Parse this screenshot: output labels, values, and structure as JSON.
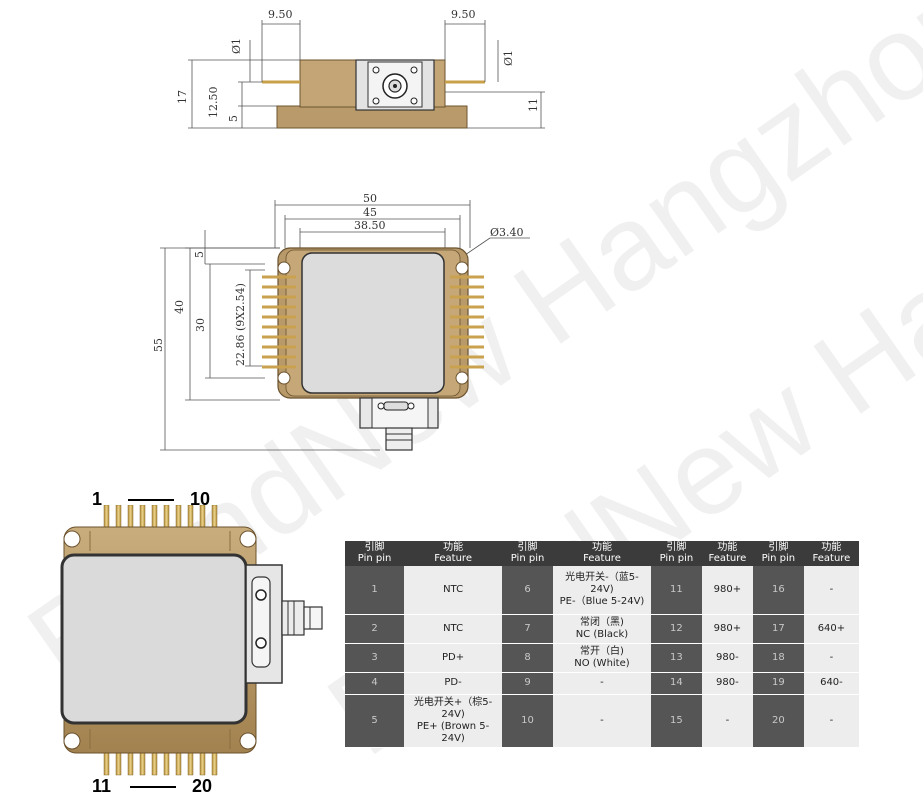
{
  "watermark": "BrandNew Hangzhou",
  "top_view": {
    "dims": {
      "left_width": "9.50",
      "right_width": "9.50",
      "pin_dia_left": "Ø1",
      "pin_dia_right": "Ø1",
      "height_total": "17",
      "height_pin": "12.50",
      "height_base": "5",
      "height_right": "11"
    }
  },
  "front_view": {
    "dims": {
      "width_outer": "50",
      "width_mid": "45",
      "width_inner": "38.50",
      "hole_dia": "Ø3.40",
      "height_total": "55",
      "height_body": "40",
      "height_pins": "30",
      "pin_span": "22.86 (9X2.54)",
      "top_offset": "5"
    }
  },
  "pin_markers": {
    "top_left": "1",
    "top_right": "10",
    "bottom_left": "11",
    "bottom_right": "20"
  },
  "pin_table": {
    "headers": [
      [
        "引脚",
        "Pin pin"
      ],
      [
        "功能",
        "Feature"
      ],
      [
        "引脚",
        "Pin pin"
      ],
      [
        "功能",
        "Feature"
      ],
      [
        "引脚",
        "Pin pin"
      ],
      [
        "功能",
        "Feature"
      ],
      [
        "引脚",
        "Pin pin"
      ],
      [
        "功能",
        "Feature"
      ]
    ],
    "rows": [
      [
        [
          "1"
        ],
        [
          "NTC"
        ],
        [
          "6"
        ],
        [
          "光电开关-（蓝5-24V)",
          "PE-（Blue 5-24V)"
        ],
        [
          "11"
        ],
        [
          "980+"
        ],
        [
          "16"
        ],
        [
          "-"
        ]
      ],
      [
        [
          "2"
        ],
        [
          "NTC"
        ],
        [
          "7"
        ],
        [
          "常闭（黑)",
          "NC (Black)"
        ],
        [
          "12"
        ],
        [
          "980+"
        ],
        [
          "17"
        ],
        [
          "640+"
        ]
      ],
      [
        [
          "3"
        ],
        [
          "PD+"
        ],
        [
          "8"
        ],
        [
          "常开（白)",
          "NO (White)"
        ],
        [
          "13"
        ],
        [
          "980-"
        ],
        [
          "18"
        ],
        [
          "-"
        ]
      ],
      [
        [
          "4"
        ],
        [
          "PD-"
        ],
        [
          "9"
        ],
        [
          "-"
        ],
        [
          "14"
        ],
        [
          "980-"
        ],
        [
          "19"
        ],
        [
          "640-"
        ]
      ],
      [
        [
          "5"
        ],
        [
          "光电开关+（棕5-24V)",
          "PE+ (Brown 5-24V)"
        ],
        [
          "10"
        ],
        [
          "-"
        ],
        [
          "15"
        ],
        [
          "-"
        ],
        [
          "20"
        ],
        [
          "-"
        ]
      ]
    ]
  },
  "colors": {
    "bronze": "#b89a6c",
    "bronze_dark": "#7a5f36",
    "gold_pin": "#d9b55d",
    "face": "#d9d9d9",
    "table_header": "#3b3b3b",
    "table_pin": "#555555",
    "table_feature": "#ededed"
  }
}
